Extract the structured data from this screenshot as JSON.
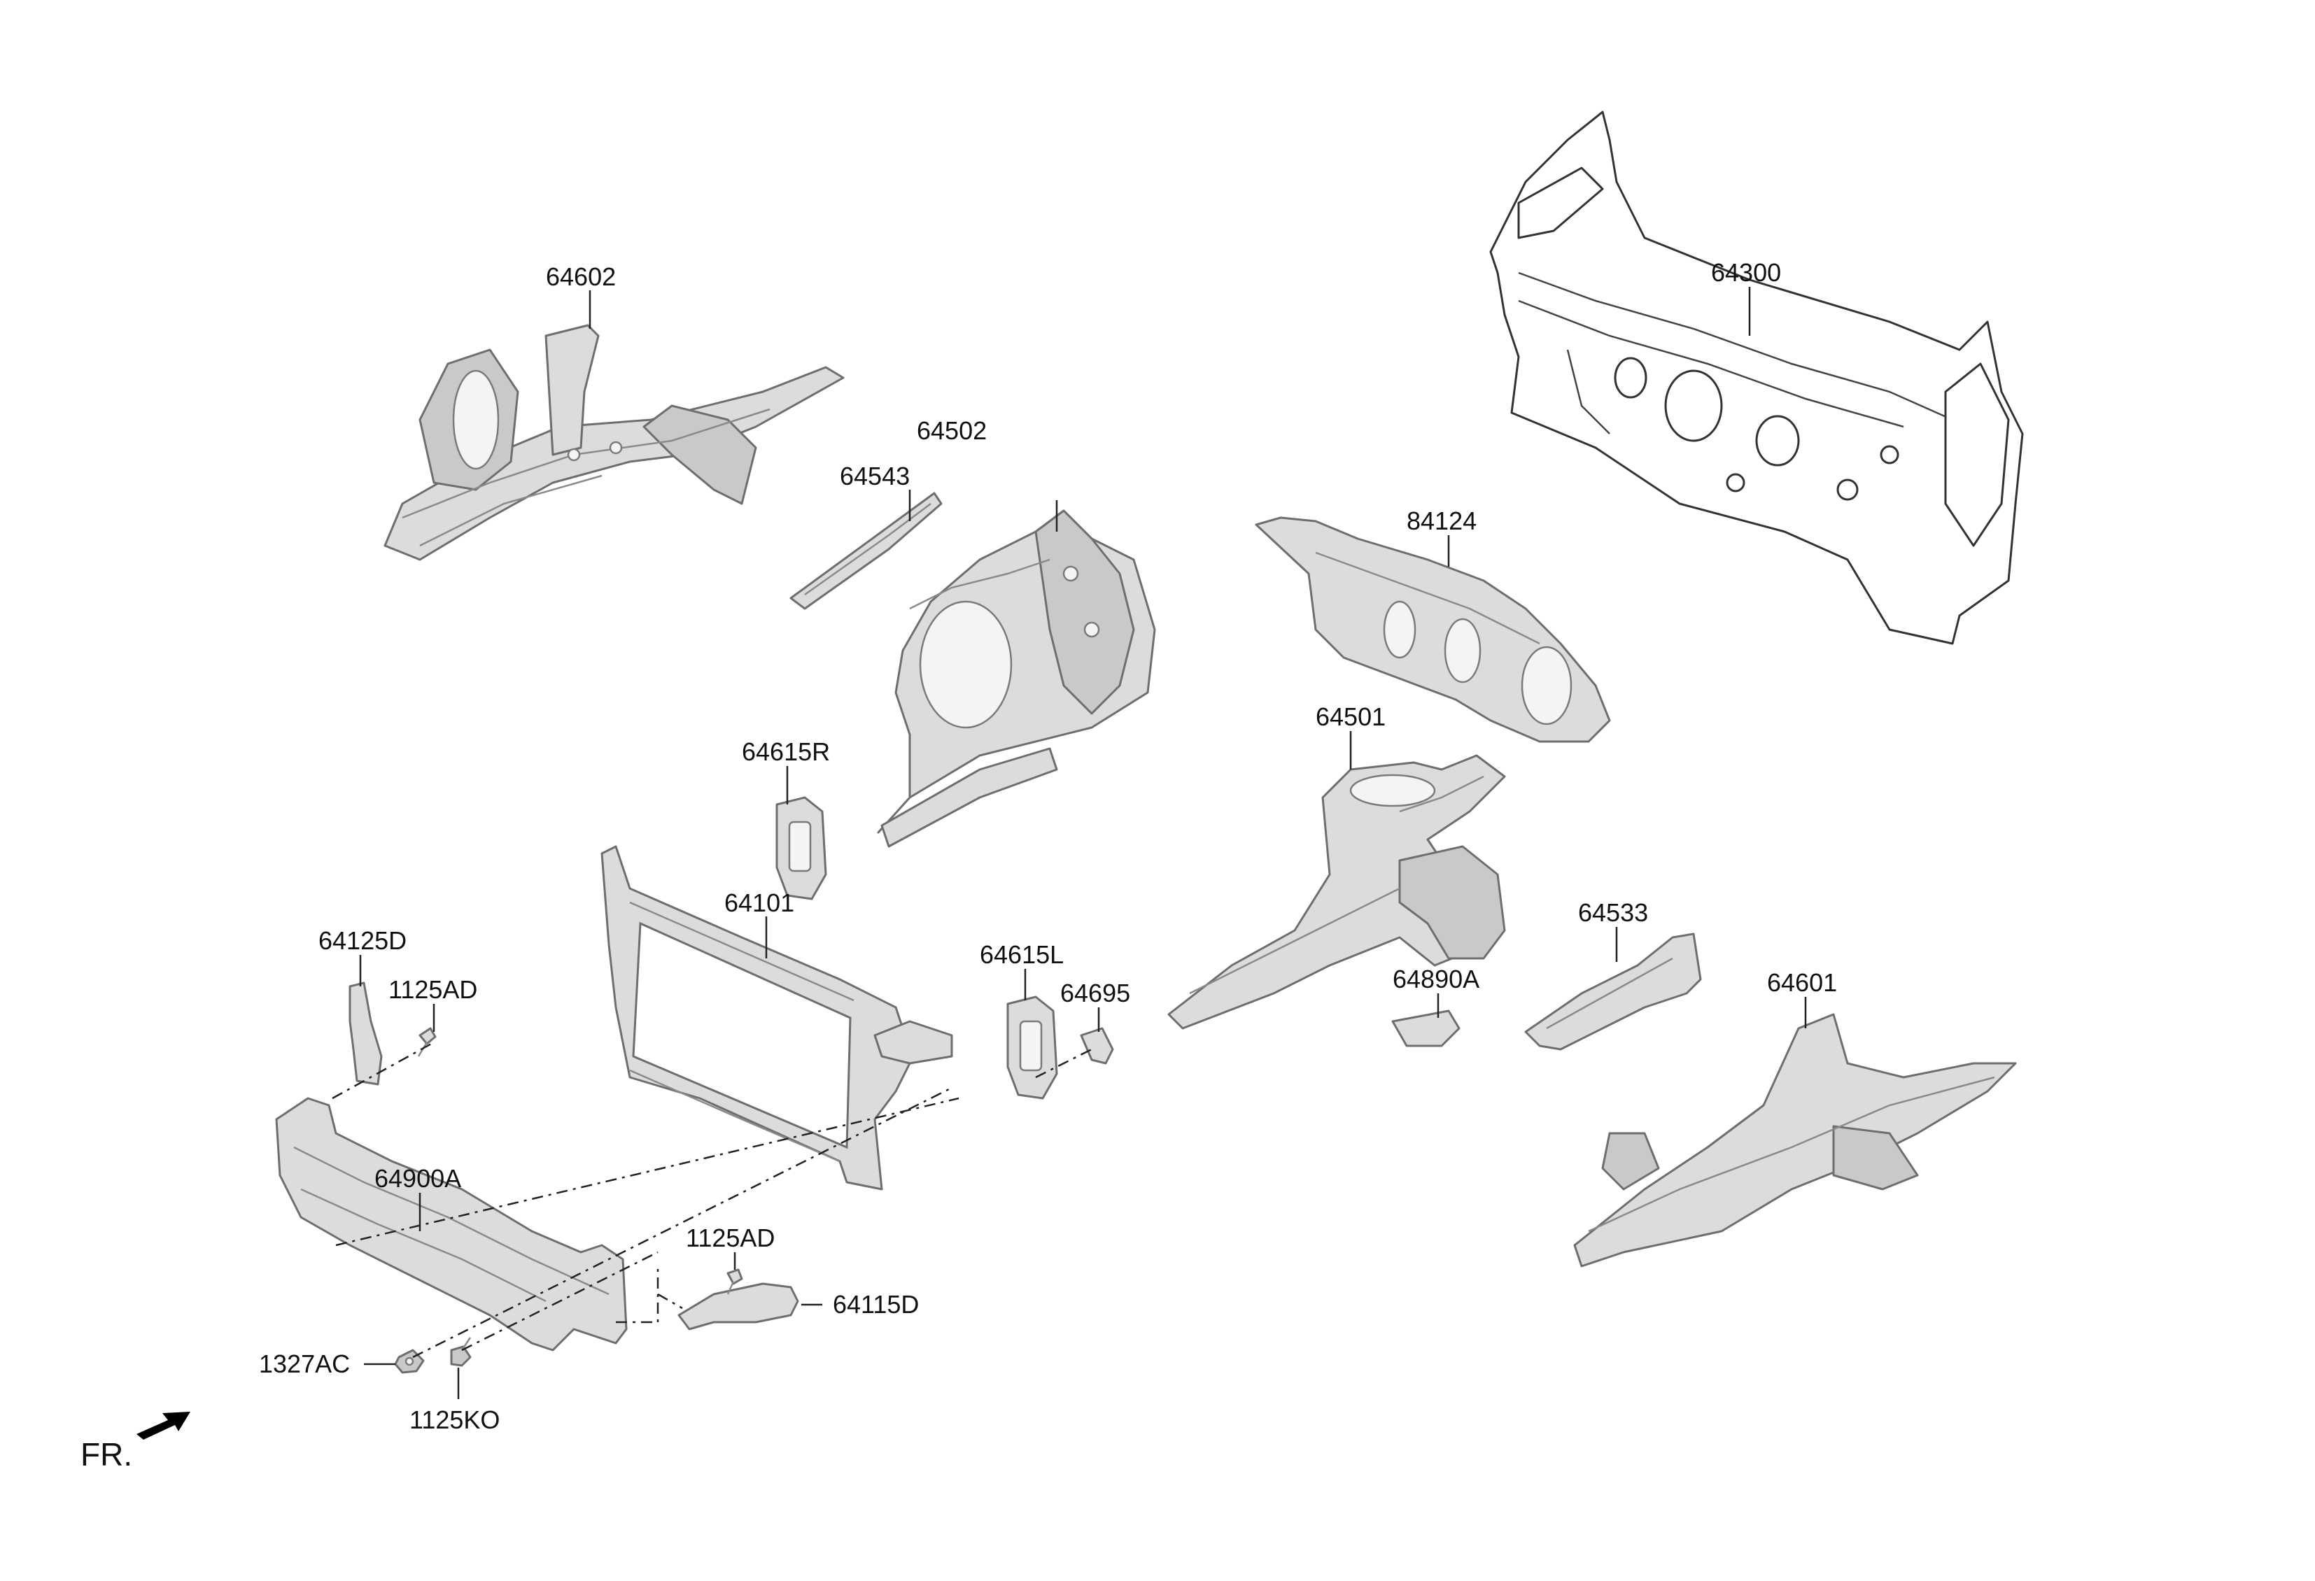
{
  "diagram": {
    "labels": {
      "p64602": "64602",
      "p64502": "64502",
      "p64543": "64543",
      "p64300": "64300",
      "p84124": "84124",
      "p64615R": "64615R",
      "p64501": "64501",
      "p64101": "64101",
      "p64125D": "64125D",
      "p1125AD_a": "1125AD",
      "p64615L": "64615L",
      "p64695": "64695",
      "p64890A": "64890A",
      "p64533": "64533",
      "p64601": "64601",
      "p64900A": "64900A",
      "p1125AD_b": "1125AD",
      "p64115D": "64115D",
      "p1327AC": "1327AC",
      "p1125KO": "1125KO",
      "front": "FR."
    }
  }
}
